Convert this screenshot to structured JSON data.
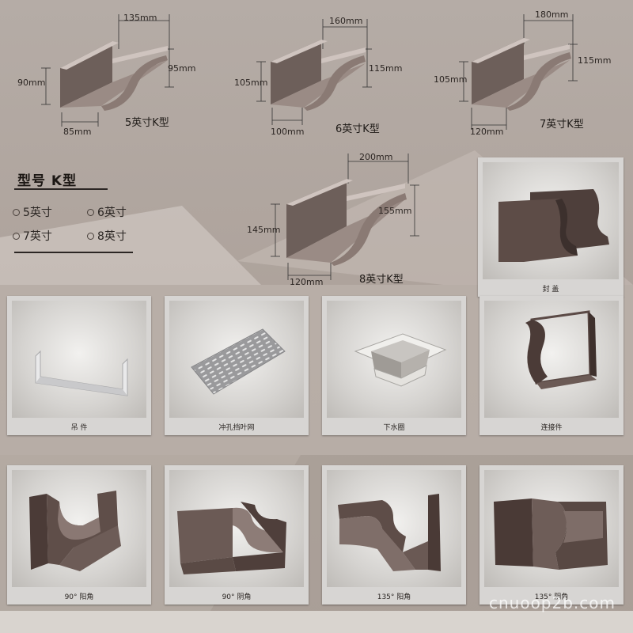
{
  "gutters": [
    {
      "name": "5英寸K型",
      "top": "135mm",
      "left": "90mm",
      "right": "95mm",
      "bottom": "85mm"
    },
    {
      "name": "6英寸K型",
      "top": "160mm",
      "left": "105mm",
      "right": "115mm",
      "bottom": "100mm"
    },
    {
      "name": "7英寸K型",
      "top": "180mm",
      "left": "105mm",
      "right": "115mm",
      "bottom": "120mm"
    },
    {
      "name": "8英寸K型",
      "top": "200mm",
      "left": "145mm",
      "right": "155mm",
      "bottom": "120mm"
    }
  ],
  "legend": {
    "title": "型号 K型",
    "options": [
      "5英寸",
      "6英寸",
      "7英寸",
      "8英寸"
    ]
  },
  "accessories": [
    {
      "label": "封 盖",
      "icon": "end-cap-icon"
    },
    {
      "label": "吊   件",
      "icon": "hanger-icon"
    },
    {
      "label": "冲孔挡叶网",
      "icon": "leaf-guard-mesh-icon"
    },
    {
      "label": "下水圈",
      "icon": "drain-outlet-icon"
    },
    {
      "label": "连接件",
      "icon": "connector-icon"
    },
    {
      "label": "90° 阳角",
      "icon": "outer-corner-90-icon"
    },
    {
      "label": "90° 阴角",
      "icon": "inner-corner-90-icon"
    },
    {
      "label": "135° 阳角",
      "icon": "outer-corner-135-icon"
    },
    {
      "label": "135° 阴角",
      "icon": "inner-corner-135-icon"
    }
  ],
  "watermark": "cnuoop2b.com",
  "colors": {
    "gutter": "#7b6c67",
    "gutter_dark": "#5a4d49",
    "gutter_light": "#b3a6a0",
    "metal_brown": "#4e3f3b"
  }
}
